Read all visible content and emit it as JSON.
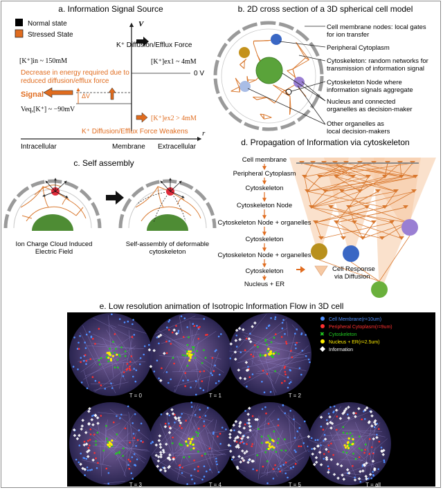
{
  "panel_a": {
    "title": "a. Information Signal Source",
    "legend_normal": "Normal state",
    "legend_stressed": "Stressed State",
    "v_axis": "V",
    "r_axis": "r",
    "force_top": "K⁺ Diffusion/Efflux Force",
    "k_in": "[K⁺]in ~ 150mM",
    "k_ex1": "[K⁺]ex1 ~ 4mM",
    "zero_v": "0 V",
    "decrease_line1": "Decrease in energy required due to",
    "decrease_line2": "reduced diffusion/efflux force",
    "signal": "Signal",
    "delta_v": "ΔV",
    "v_eq": "Veq,[K⁺] ~ −90mV",
    "k_ex2": "[K⁺]ex2 > 4mM",
    "force_weakens": "K⁺ Diffusion/Efflux Force Weakens",
    "intracellular": "Intracellular",
    "membrane": "Membrane",
    "extracellular": "Extracellular",
    "colors": {
      "orange": "#e06c1f",
      "black": "#000000"
    }
  },
  "panel_b": {
    "title": "b. 2D cross section of a 3D spherical cell model",
    "labels": [
      "Cell membrane nodes: local gates",
      "for ion transfer",
      "Peripheral  Cytoplasm",
      "Cytoskeleton: random networks for",
      "transmission of information signal",
      "Cytoskeleton Node where",
      "information signals aggregate",
      "Nucleus and connected",
      "organelles as decision-maker",
      "Other organelles as",
      "local decision-makers"
    ],
    "colors": {
      "nucleus": "#5aa33a",
      "blue": "#3a67c4",
      "gold": "#c4921c",
      "purple": "#9a7fd3",
      "lightblue": "#a9bde6"
    }
  },
  "panel_c": {
    "title": "c. Self assembly",
    "caption_left_1": "Ion Charge Cloud Induced",
    "caption_left_2": "Electric Field",
    "caption_right_1": "Self-assembly of deformable",
    "caption_right_2": "cytoskeleton"
  },
  "panel_d": {
    "title": "d. Propagation of Information via cytoskeleton",
    "steps": [
      "Cell membrane",
      "Peripheral Cytoplasm",
      "Cytoskeleton",
      "Cytoskeleton Node",
      "Cytoskeleton Node + organelles",
      "Cytoskeleton",
      "Cytoskeleton Node + organelles",
      "Cytoskeleton",
      "Nucleus + ER"
    ],
    "response_line1": "Cell Response",
    "response_line2": "via Diffusion"
  },
  "panel_e": {
    "title": "e. Low resolution animation of Isotropic Information Flow in 3D cell",
    "legend": [
      {
        "label": "Cell Membrane(r=10um)",
        "color": "#4f8fff"
      },
      {
        "label": "Peripheral Cytoplasm(r=9um)",
        "color": "#ff3030"
      },
      {
        "label": "Cytoskeleton",
        "color": "#22cc22"
      },
      {
        "label": "Nucleus + ER(r=2.5um)",
        "color": "#ffee00"
      },
      {
        "label": "Information",
        "color": "#ffffff"
      }
    ],
    "frames": [
      "T = 0",
      "T = 1",
      "T = 2",
      "T = 3",
      "T = 4",
      "T = 5",
      "T = all"
    ]
  }
}
